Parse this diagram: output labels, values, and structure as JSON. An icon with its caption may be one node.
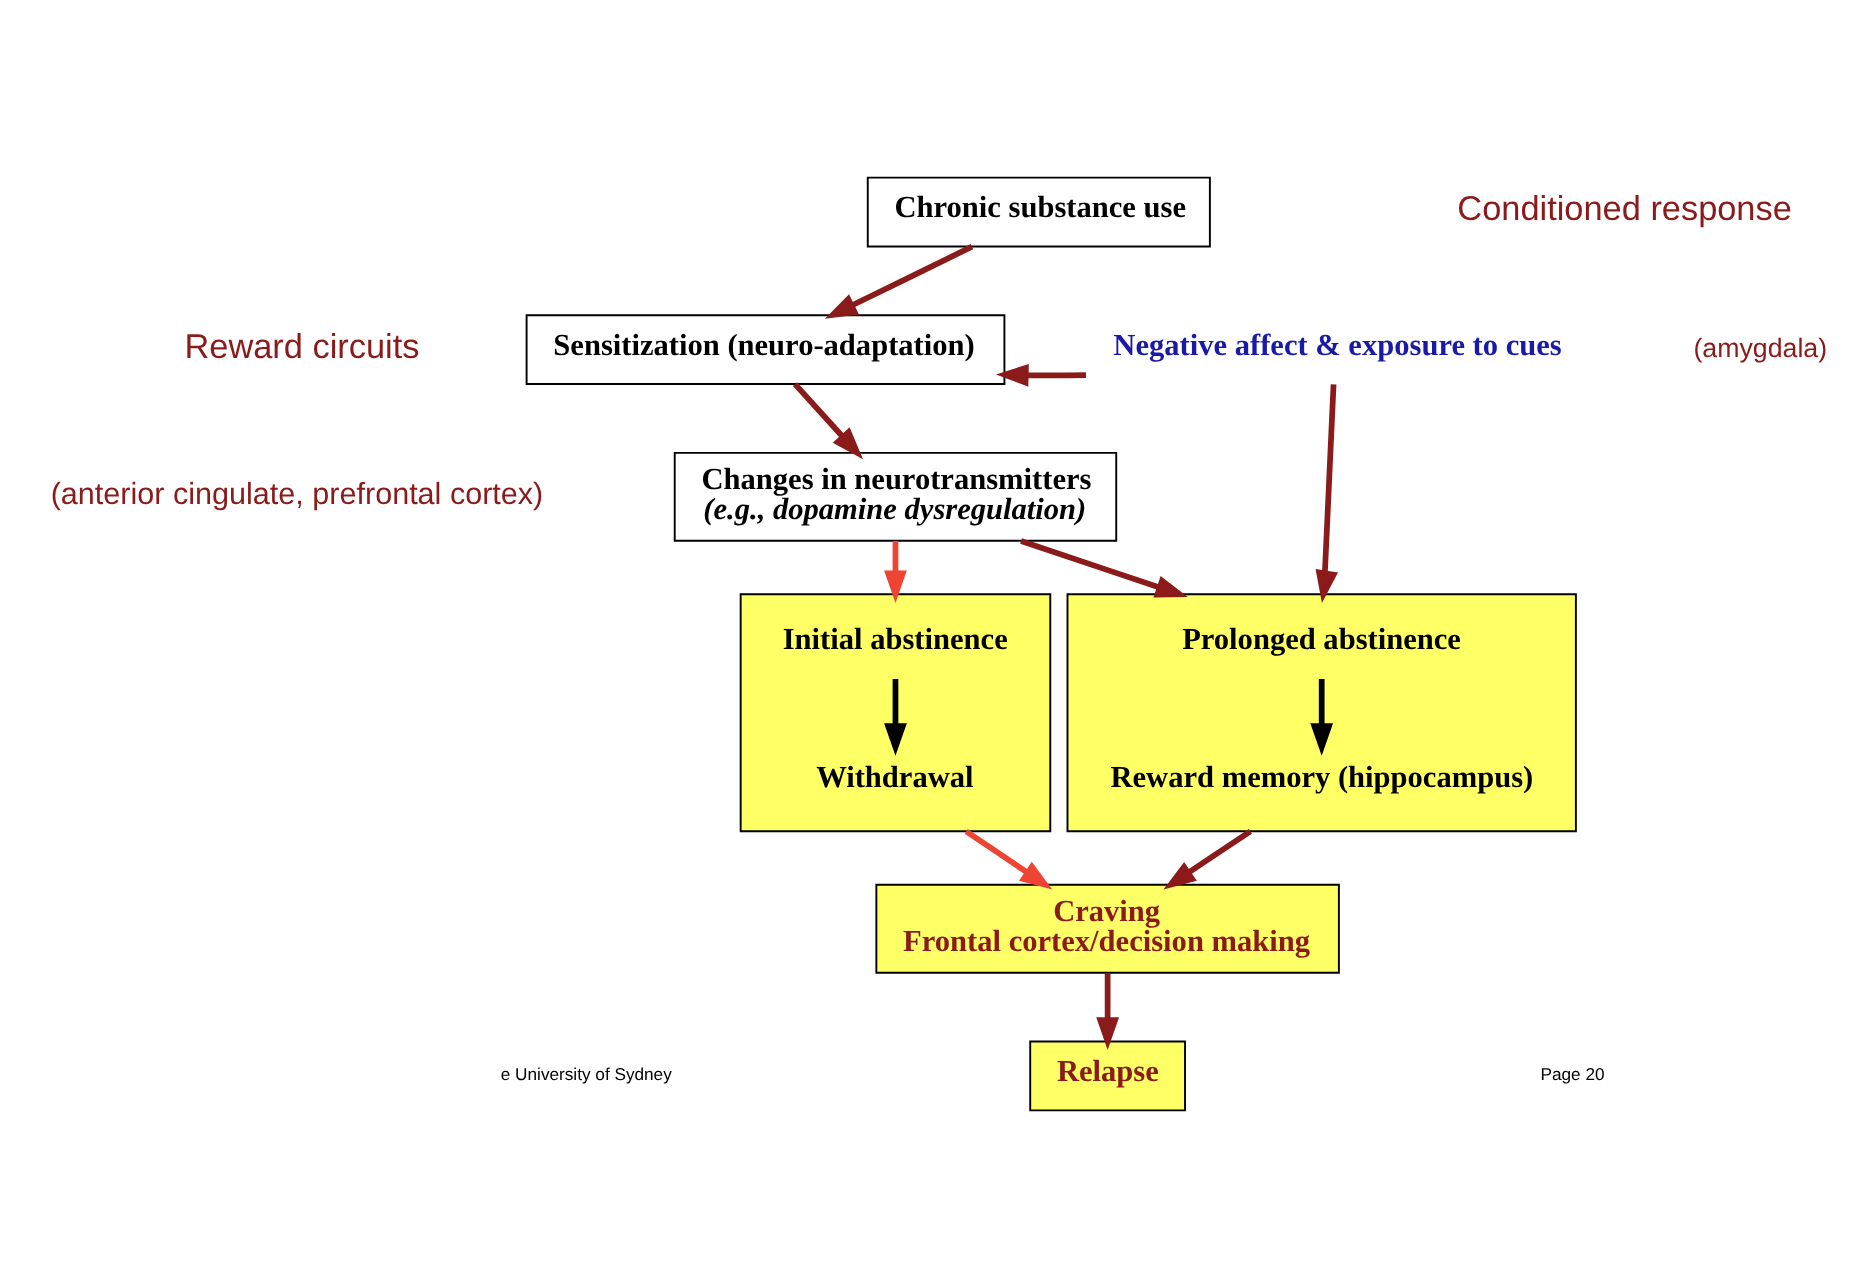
{
  "diagram": {
    "nodes": [
      {
        "text": [
          "Chronic substance use"
        ]
      },
      {
        "text": [
          "Sensitization (neuro-adaptation)"
        ]
      },
      {
        "text": [
          "Changes in neurotransmitters",
          "(e.g., dopamine dysregulation)"
        ]
      },
      {
        "text": [
          "Negative affect & exposure to cues"
        ]
      },
      {
        "text": [],
        "shape": "box"
      },
      {
        "text": [
          "Initial abstinence"
        ],
        "in": 4
      },
      {
        "text": [
          "Withdrawal"
        ],
        "in": 4
      },
      {
        "text": [],
        "shape": "box"
      },
      {
        "text": [
          "Prolonged abstinence"
        ],
        "in": 7
      },
      {
        "text": [
          "Reward memory (hippocampus)"
        ],
        "in": 7
      },
      {
        "text": [
          "Craving",
          "Frontal cortex/decision making"
        ]
      },
      {
        "text": [
          "Relapse"
        ]
      }
    ],
    "edges": [
      {
        "from": 0,
        "to": 1,
        "arrow": "to"
      },
      {
        "from": 3,
        "to": 1,
        "arrow": "to"
      },
      {
        "from": 1,
        "to": 2,
        "arrow": "to"
      },
      {
        "from": 2,
        "to": 4,
        "arrow": "to",
        "color": "#ee4433"
      },
      {
        "from": 2,
        "to": 7,
        "arrow": "to"
      },
      {
        "from": 3,
        "to": 7,
        "arrow": "to"
      },
      {
        "from": 5,
        "to": 6,
        "arrow": "to",
        "color": "#000000"
      },
      {
        "from": 8,
        "to": 9,
        "arrow": "to",
        "color": "#000000"
      },
      {
        "from": 4,
        "to": 10,
        "arrow": "to",
        "color": "#ee4433"
      },
      {
        "from": 7,
        "to": 10,
        "arrow": "to"
      },
      {
        "from": 10,
        "to": 11,
        "arrow": "to"
      }
    ],
    "labels": [
      "Reward circuits",
      "(anterior cingulate, prefrontal cortex)",
      "Conditioned response",
      "(amygdala)",
      "e University of Sydney",
      "Page 20"
    ]
  }
}
